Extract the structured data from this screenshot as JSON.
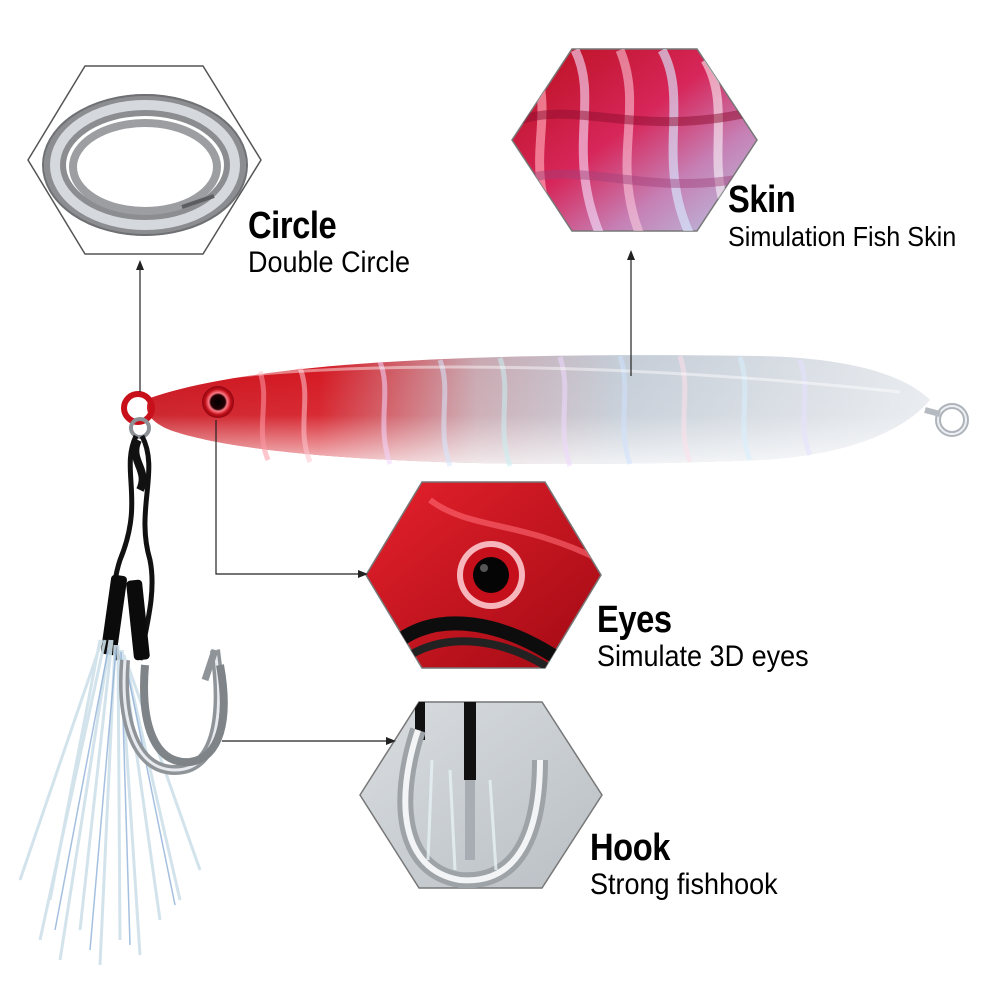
{
  "features": [
    {
      "key": "circle",
      "title": "Circle",
      "subtitle": "Double Circle"
    },
    {
      "key": "skin",
      "title": "Skin",
      "subtitle": "Simulation Fish Skin"
    },
    {
      "key": "eyes",
      "title": "Eyes",
      "subtitle": "Simulate 3D eyes"
    },
    {
      "key": "hook",
      "title": "Hook",
      "subtitle": "Strong fishhook"
    }
  ],
  "colors": {
    "lure_red": "#d3111c",
    "lure_silver": "#d9dde2",
    "line_black": "#1a1a1a",
    "text": "#000000"
  }
}
